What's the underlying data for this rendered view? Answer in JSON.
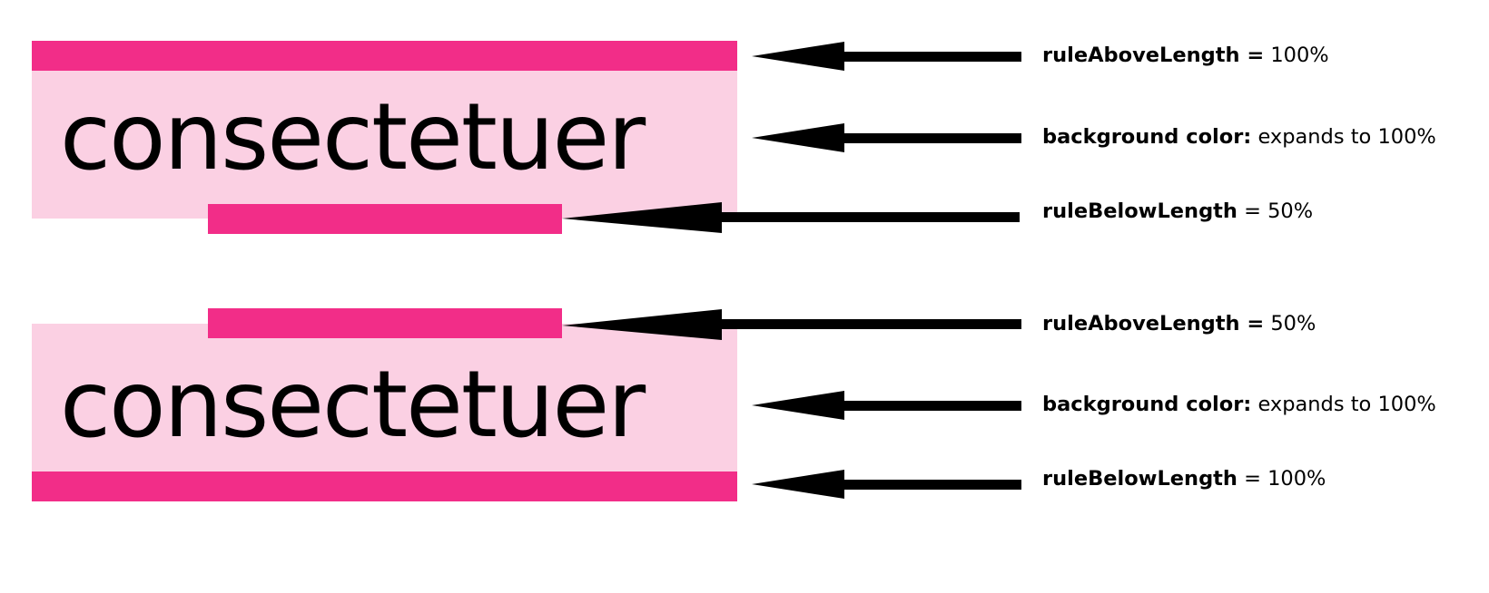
{
  "colors": {
    "rule": "#f22d88",
    "background": "#fbd0e3",
    "arrow": "#000000"
  },
  "examples": [
    {
      "word": "consectetuer",
      "annotations": [
        {
          "key": "ruleAboveLength =",
          "value": " 100%"
        },
        {
          "key": "background color:",
          "value": " expands to 100%"
        },
        {
          "key": "ruleBelowLength",
          "value": " = 50%"
        }
      ]
    },
    {
      "word": "consectetuer",
      "annotations": [
        {
          "key": "ruleAboveLength =",
          "value": " 50%"
        },
        {
          "key": "background color:",
          "value": " expands to 100%"
        },
        {
          "key": "ruleBelowLength",
          "value": " = 100%"
        }
      ]
    }
  ]
}
